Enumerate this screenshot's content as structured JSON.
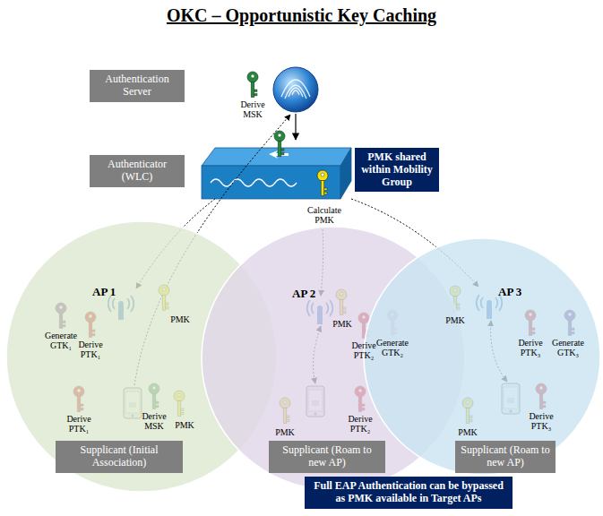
{
  "diagram": {
    "title": "OKC – Opportunistic Key Caching",
    "nodes": [
      {
        "text": [
          "Authentication Server"
        ]
      },
      {
        "text": [
          "Authenticator (WLC)"
        ]
      },
      {
        "text": [
          "PMK shared within Mobility Group"
        ]
      },
      {
        "text": [
          "AP 1"
        ]
      },
      {
        "text": [
          "AP 2"
        ]
      },
      {
        "text": [
          "AP 3"
        ]
      },
      {
        "text": [
          "Supplicant (Initial Association)"
        ]
      },
      {
        "text": [
          "Supplicant (Roam to new AP)"
        ]
      },
      {
        "text": [
          "Supplicant (Roam to new AP)"
        ]
      },
      {
        "text": [
          "Full EAP Authentication can be bypassed as PMK available in Target APs"
        ]
      }
    ],
    "labels": [
      "Derive MSK",
      "Calculate PMK",
      "PMK",
      "Generate GTK₁",
      "Derive PTK₁",
      "Derive PTK₁",
      "Derive MSK",
      "PMK",
      "PMK",
      "Derive PTK₂",
      "Generate GTK₂",
      "PMK",
      "Derive PTK₂",
      "PMK",
      "Derive PTK₃",
      "Generate GTK₃",
      "PMK",
      "Derive PTK₃"
    ]
  }
}
